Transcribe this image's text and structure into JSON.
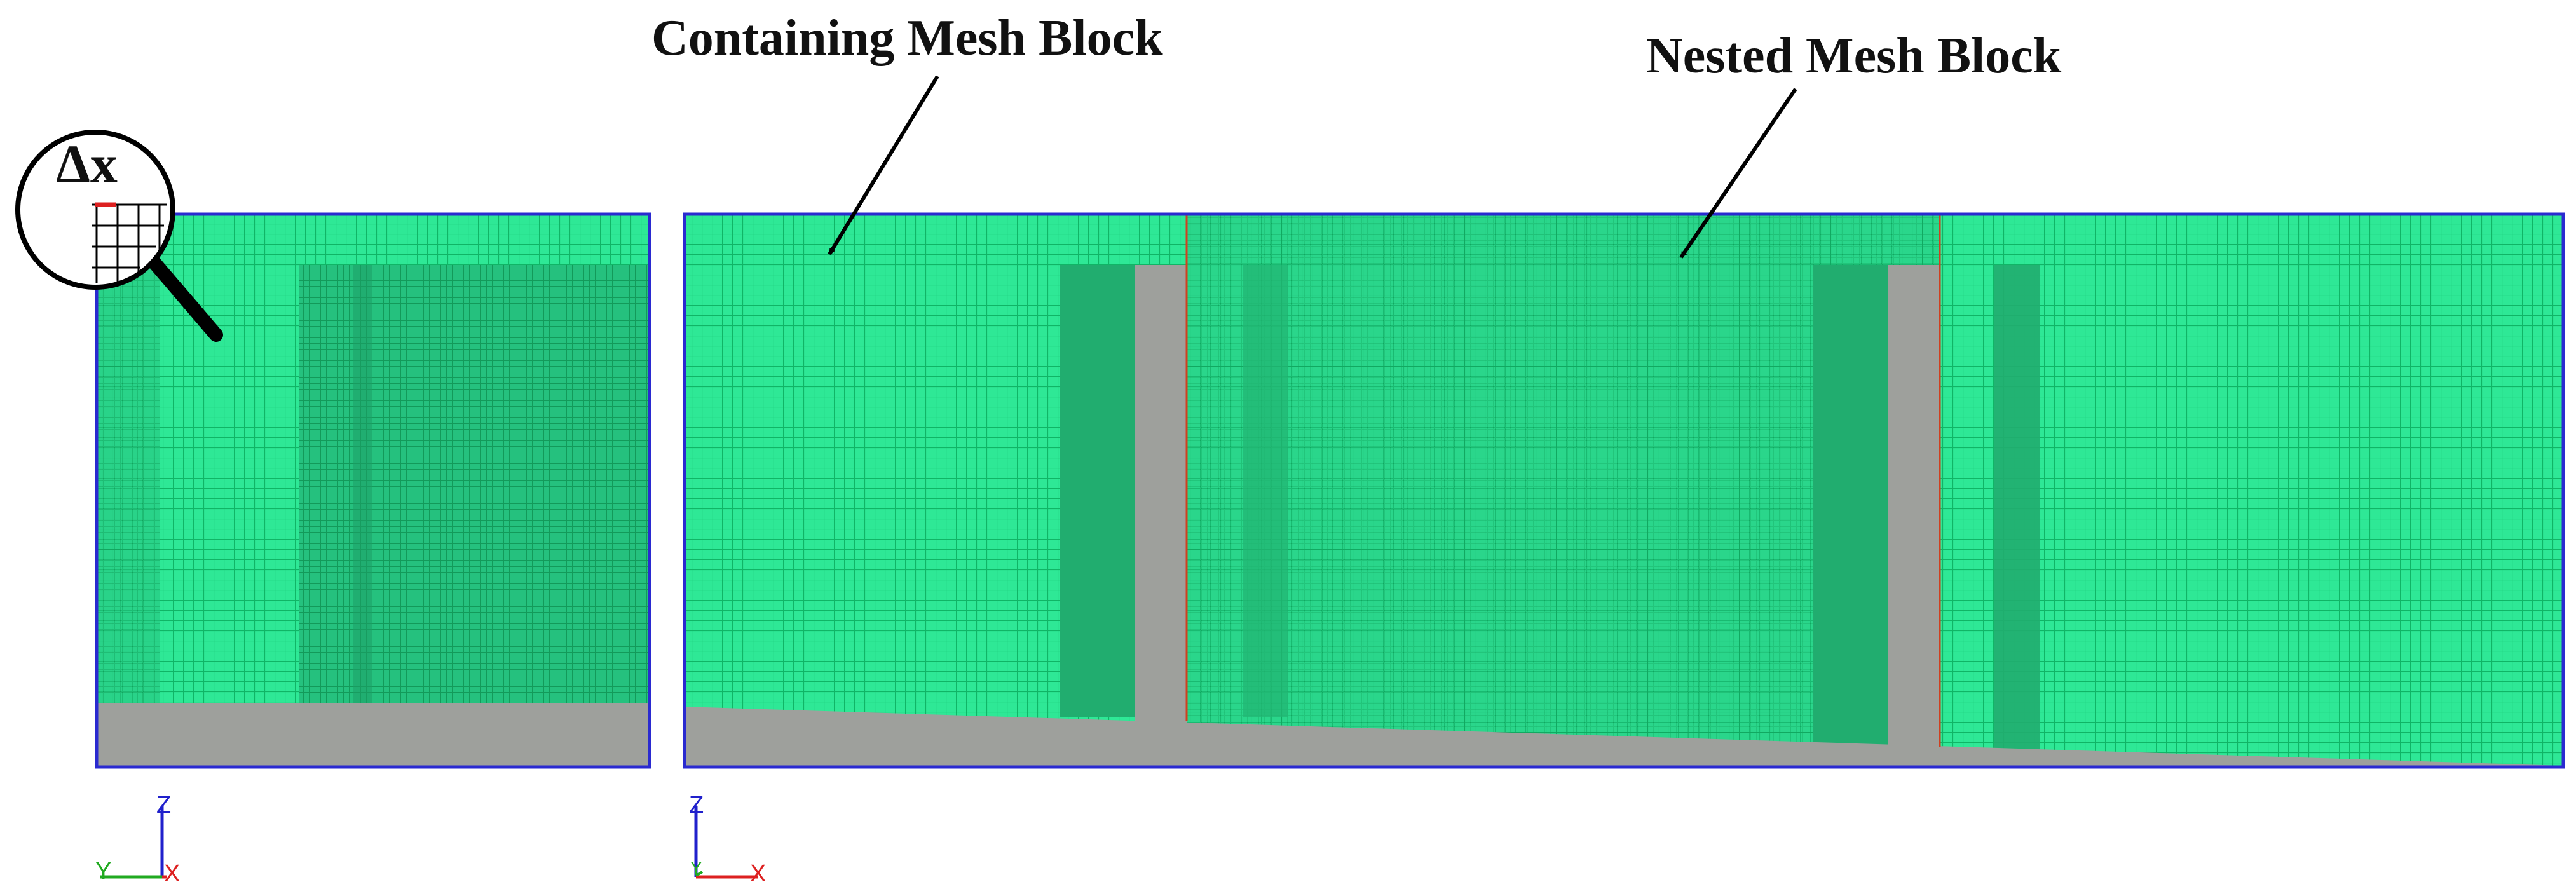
{
  "annotations": {
    "containing": "Containing Mesh Block",
    "nested": "Nested Mesh Block",
    "delta": "Δx"
  },
  "axes_triads": [
    {
      "vertical": "Z",
      "horizontal": "X",
      "origin": "Y"
    },
    {
      "vertical": "Z",
      "horizontal": "X",
      "origin": "Y"
    }
  ],
  "colors": {
    "mesh_fill": "#23e68c",
    "mesh_grid_dense": "#1fbf7a",
    "mesh_line": "#0fa863",
    "panel_border": "#2a2ad0",
    "terrain": "#9ea09c",
    "block_boundary": "#d04020",
    "arrow": "#000000",
    "axis_z": "#2020cc",
    "axis_x": "#dd2020",
    "axis_y": "#20aa20"
  }
}
